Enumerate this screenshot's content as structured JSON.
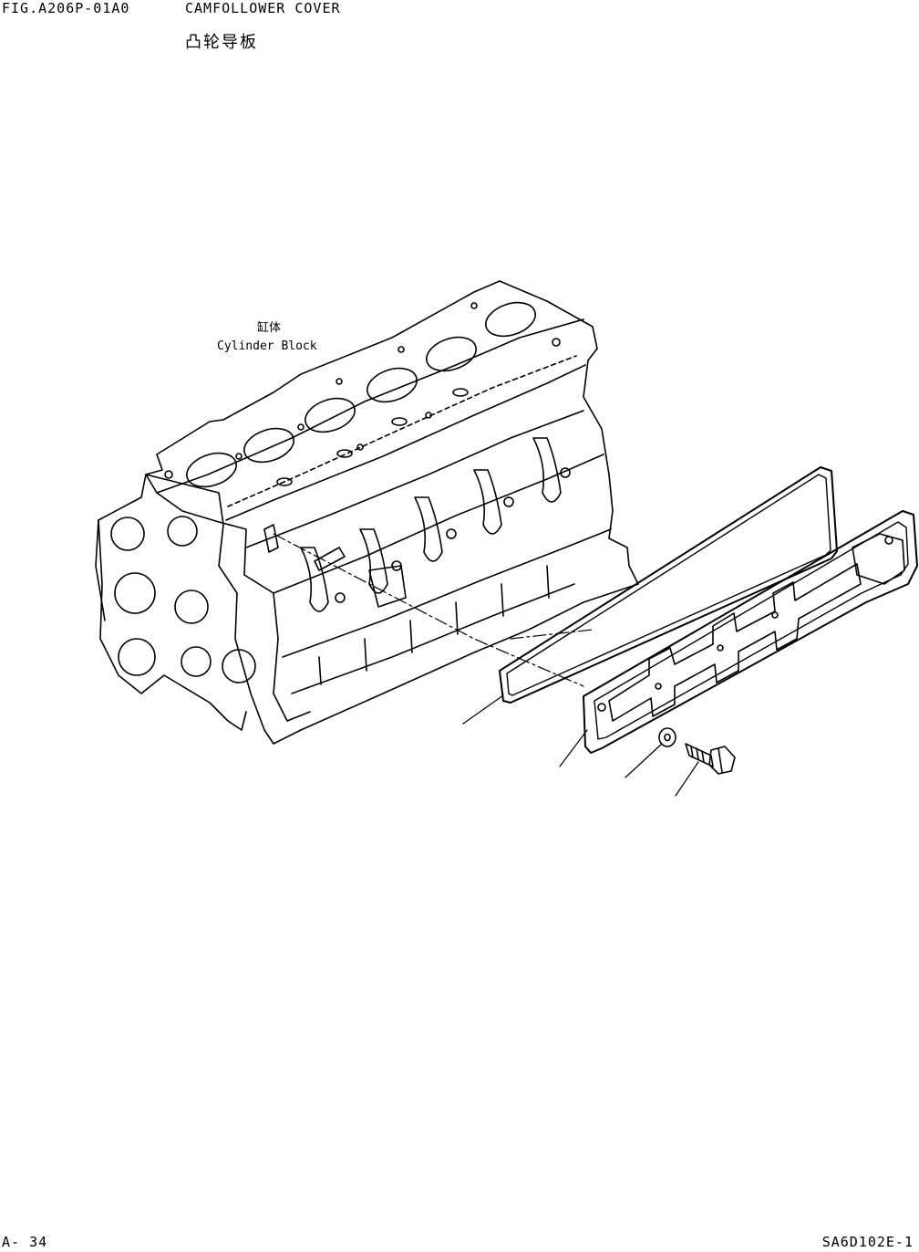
{
  "header": {
    "fig_code": "FIG.A206P-01A0",
    "title_en": "CAMFOLLOWER COVER",
    "title_cn": "凸轮导板"
  },
  "diagram": {
    "block_label_cn": "缸体",
    "block_label_en": "Cylinder Block"
  },
  "footer": {
    "page": "A- 34",
    "model": "SA6D102E-1"
  }
}
